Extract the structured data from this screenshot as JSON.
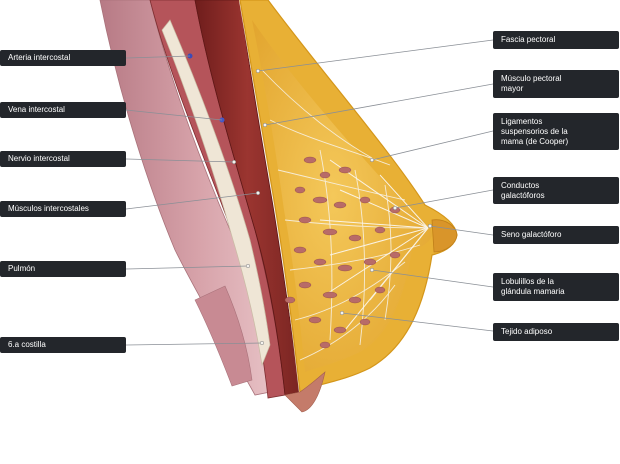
{
  "labels_left": [
    {
      "id": "arteria",
      "text": "Arteria intercostal"
    },
    {
      "id": "vena",
      "text": "Vena intercostal"
    },
    {
      "id": "nervio",
      "text": "Nervio intercostal"
    },
    {
      "id": "musculos-intercostales",
      "text": "Músculos intercostales"
    },
    {
      "id": "pulmon",
      "text": "Pulmón"
    },
    {
      "id": "costilla",
      "text": "6.a costilla"
    }
  ],
  "labels_right": [
    {
      "id": "fascia",
      "text": "Fascia pectoral"
    },
    {
      "id": "pectoral-mayor",
      "text": "Músculo pectoral\nmayor"
    },
    {
      "id": "ligamentos",
      "text": "Ligamentos\nsuspensorios de la\nmama (de Cooper)"
    },
    {
      "id": "conductos",
      "text": "Conductos\ngalactóforos"
    },
    {
      "id": "seno",
      "text": "Seno galactóforo"
    },
    {
      "id": "lobulillos",
      "text": "Lobulillos de la\nglándula mamaria"
    },
    {
      "id": "tejido",
      "text": "Tejido adiposo"
    }
  ],
  "colors": {
    "label_bg": "#23262b",
    "label_text": "#ffffff",
    "leader_line": "#8a8f96",
    "fat": "#e7b13a",
    "fat_border": "#d99a1c",
    "muscle": "#8c2a26",
    "lung": "#c98f97",
    "lobule": "#b86b68"
  }
}
